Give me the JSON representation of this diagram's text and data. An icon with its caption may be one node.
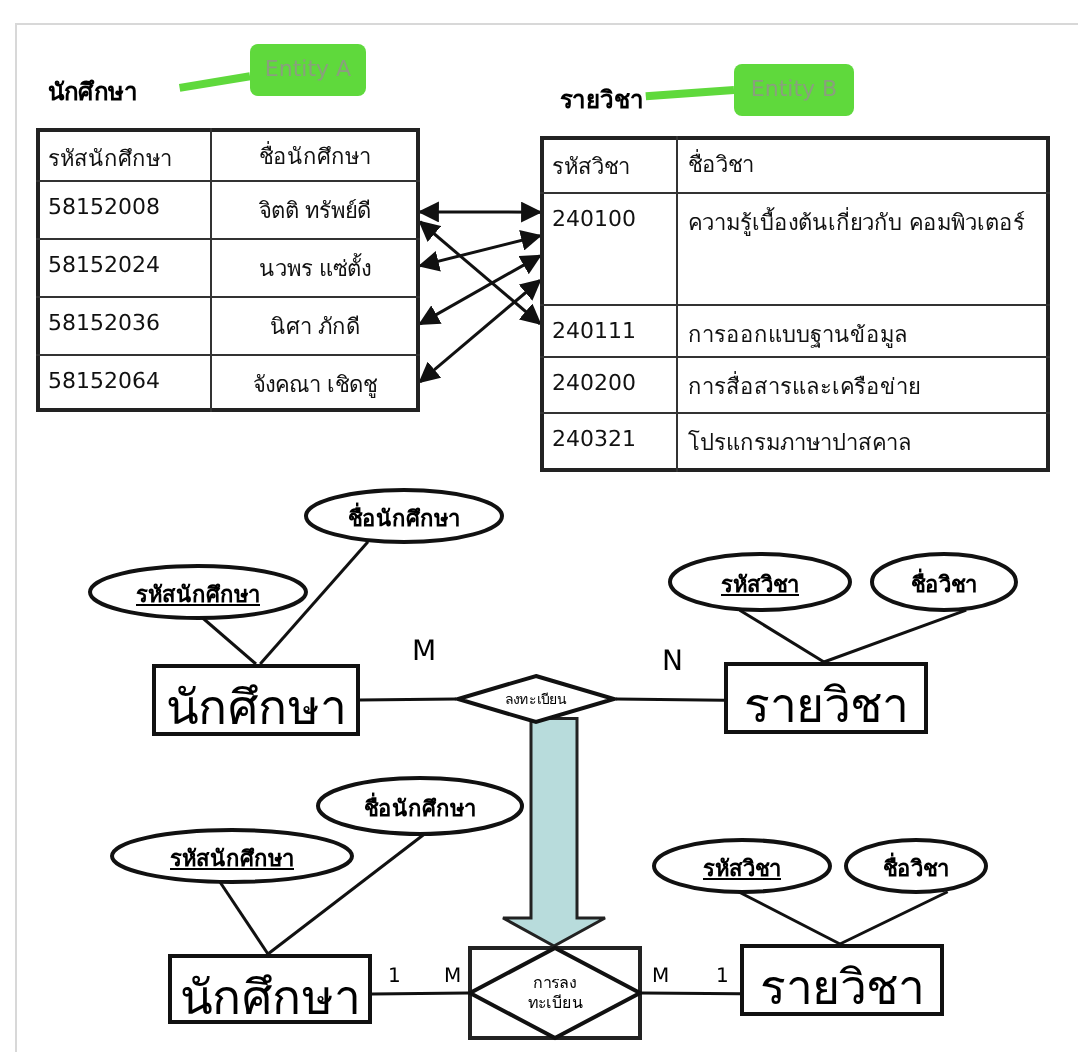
{
  "diagram": {
    "nodes": [
      {
        "text": [
          "นักศึกษา"
        ]
      },
      {
        "text": [
          "Entity A"
        ]
      },
      {
        "text": [],
        "shape": "box"
      },
      {
        "text": [
          "รหัสนักศึกษา",
          "ชื่อนักศึกษา"
        ],
        "in": 2
      },
      {
        "text": [
          "58152008",
          "จิตติ ทรัพย์ดี"
        ],
        "in": 2
      },
      {
        "text": [
          "58152024",
          "นวพร แซ่ตั้ง"
        ],
        "in": 2
      },
      {
        "text": [
          "58152036",
          "นิศา ภักดี"
        ],
        "in": 2
      },
      {
        "text": [
          "58152064",
          "จังคณา เชิดชู"
        ],
        "in": 2
      },
      {
        "text": [
          "รายวิชา"
        ]
      },
      {
        "text": [
          "Entity B"
        ]
      },
      {
        "text": [],
        "shape": "box"
      },
      {
        "text": [
          "รหัสวิชา",
          "ชื่อวิชา"
        ],
        "in": 10
      },
      {
        "text": [
          "240100",
          "ความรู้เบื้องต้นเกี่ยวกับ คอมพิวเตอร์"
        ],
        "in": 10
      },
      {
        "text": [
          "240111",
          "การออกแบบฐานข้อมูล"
        ],
        "in": 10
      },
      {
        "text": [
          "240200",
          "การสื่อสารและเครือข่าย"
        ],
        "in": 10
      },
      {
        "text": [
          "240321",
          "โปรแกรมภาษาปาสคาล"
        ],
        "in": 10
      },
      {
        "text": [
          "ชื่อนักศึกษา"
        ]
      },
      {
        "text": [
          "รหัสนักศึกษา"
        ]
      },
      {
        "text": [
          "รหัสวิชา"
        ]
      },
      {
        "text": [
          "ชื่อวิชา"
        ]
      },
      {
        "text": [
          "นักศึกษา"
        ]
      },
      {
        "text": [
          "ลงทะเบียน"
        ]
      },
      {
        "text": [
          "รายวิชา"
        ]
      },
      {
        "text": [
          "ชื่อนักศึกษา"
        ]
      },
      {
        "text": [
          "รหัสนักศึกษา"
        ]
      },
      {
        "text": [
          "รหัสวิชา"
        ]
      },
      {
        "text": [
          "ชื่อวิชา"
        ]
      },
      {
        "text": [
          "นักศึกษา"
        ]
      },
      {
        "text": [],
        "shape": "box"
      },
      {
        "text": [
          "การลง ทะเบียน"
        ],
        "in": 28
      },
      {
        "text": [
          "รายวิชา"
        ]
      }
    ],
    "edges": [
      {
        "from": 4,
        "to": 12,
        "arrow": "both"
      },
      {
        "from": 4,
        "to": 13,
        "arrow": "both"
      },
      {
        "from": 5,
        "to": 12,
        "arrow": "both"
      },
      {
        "from": 6,
        "to": 12,
        "arrow": "both"
      },
      {
        "from": 7,
        "to": 12,
        "arrow": "both"
      },
      {
        "from": 1,
        "to": 0,
        "arrow": "none",
        "style": "thick",
        "color": "#5fd93c"
      },
      {
        "from": 9,
        "to": 8,
        "arrow": "none",
        "style": "thick",
        "color": "#5fd93c"
      },
      {
        "from": 17,
        "to": 20,
        "arrow": "none"
      },
      {
        "from": 16,
        "to": 20,
        "arrow": "none"
      },
      {
        "from": 18,
        "to": 22,
        "arrow": "none"
      },
      {
        "from": 19,
        "to": 22,
        "arrow": "none"
      },
      {
        "from": 20,
        "to": 21,
        "arrow": "none"
      },
      {
        "from": 21,
        "to": 22,
        "arrow": "none"
      },
      {
        "from": 24,
        "to": 27,
        "arrow": "none"
      },
      {
        "from": 23,
        "to": 27,
        "arrow": "none"
      },
      {
        "from": 25,
        "to": 30,
        "arrow": "none"
      },
      {
        "from": 26,
        "to": 30,
        "arrow": "none"
      },
      {
        "from": 27,
        "to": 28,
        "arrow": "none"
      },
      {
        "from": 28,
        "to": 30,
        "arrow": "none"
      },
      {
        "from": 21,
        "to": 28,
        "arrow": "to",
        "style": "thick",
        "color": "#b8dcdc"
      }
    ],
    "labels": [
      "M",
      "N",
      "1",
      "M",
      "M",
      "1"
    ]
  }
}
